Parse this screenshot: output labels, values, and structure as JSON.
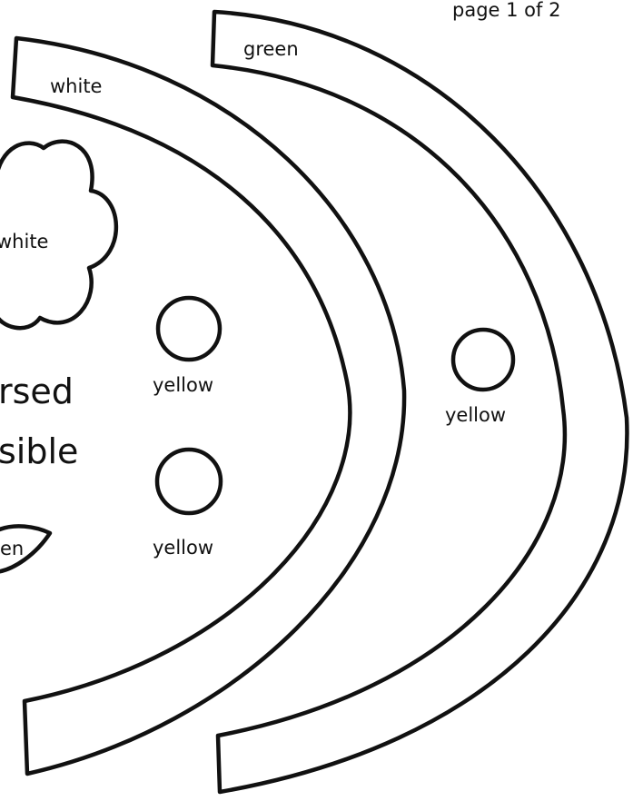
{
  "page_label": "page 1 of 2",
  "labels": {
    "outer_arc": "green",
    "inner_arc": "white",
    "cloud": "white",
    "circle_upper": "yellow",
    "circle_lower": "yellow",
    "circle_outer_arc": "yellow",
    "leaf": "en"
  },
  "partial_text": {
    "line1": "rsed",
    "line2": "sible"
  },
  "colors": {
    "stroke": "#111111",
    "fill": "#ffffff"
  }
}
